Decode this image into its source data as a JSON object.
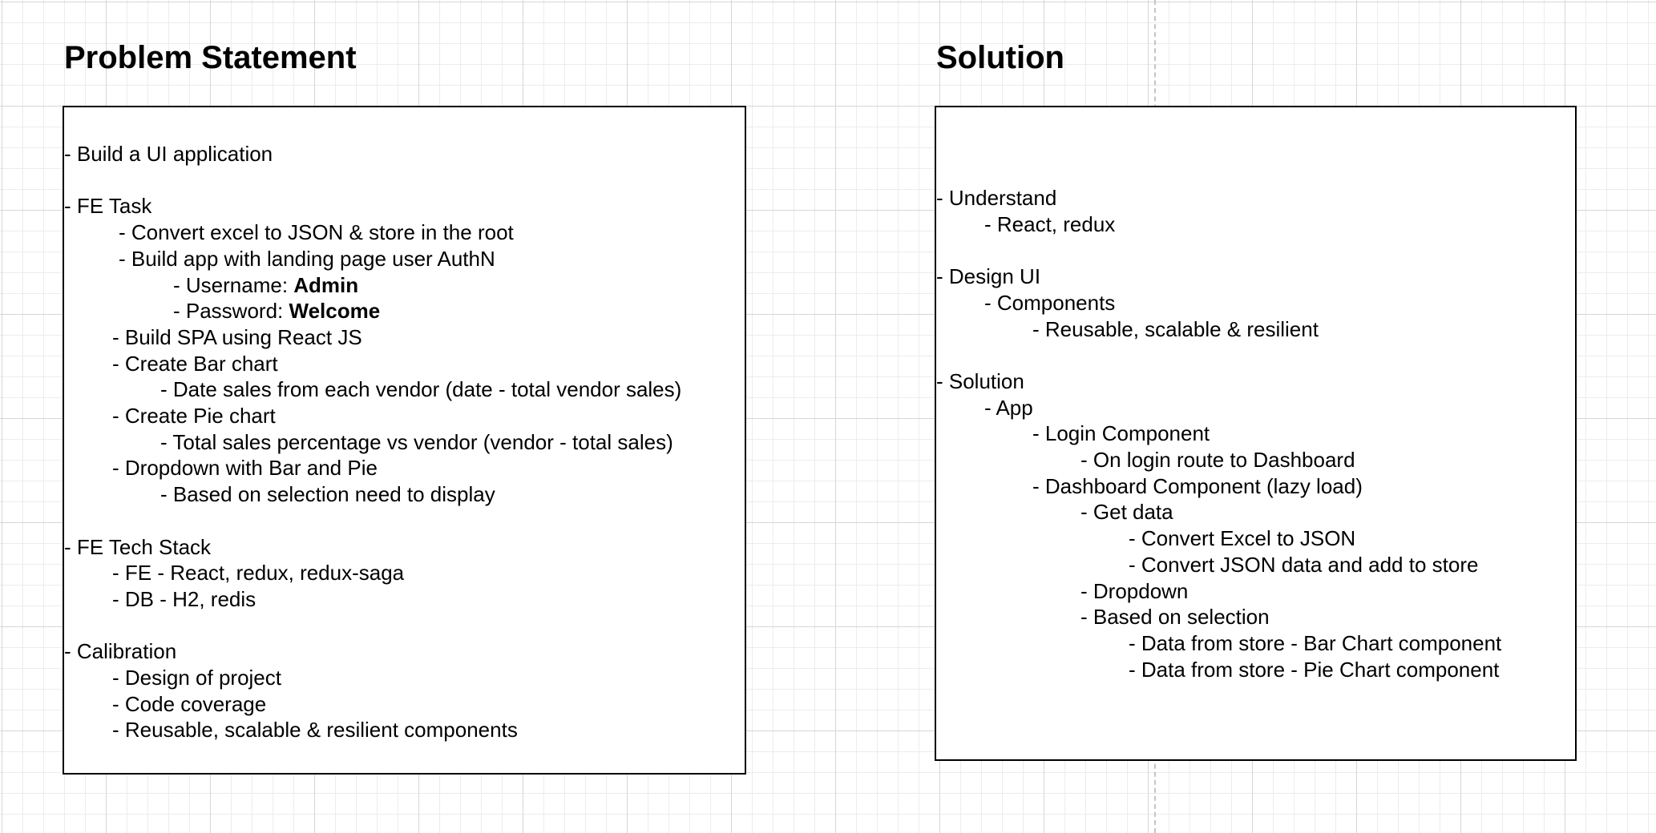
{
  "problem": {
    "title": "Problem Statement",
    "lines": [
      {
        "text": "- Build a UI application",
        "indent": 0,
        "gap": false
      },
      {
        "text": "- FE Task",
        "indent": 0,
        "gap": true
      },
      {
        "text": "- Convert excel to JSON & store in the root",
        "indent": 68,
        "gap": false
      },
      {
        "text": "- Build app with landing page user AuthN",
        "indent": 68,
        "gap": false
      },
      {
        "text": "- Username: ",
        "strong": "Admin",
        "indent": 136,
        "gap": false
      },
      {
        "text": "- Password: ",
        "strong": "Welcome",
        "indent": 136,
        "gap": false
      },
      {
        "text": "- Build SPA using React JS",
        "indent": 60,
        "gap": false
      },
      {
        "text": "- Create Bar chart",
        "indent": 60,
        "gap": false
      },
      {
        "text": "- Date sales from each vendor (date - total vendor sales)",
        "indent": 120,
        "gap": false
      },
      {
        "text": "- Create Pie chart",
        "indent": 60,
        "gap": false
      },
      {
        "text": "- Total sales percentage vs vendor (vendor - total sales)",
        "indent": 120,
        "gap": false
      },
      {
        "text": "- Dropdown with Bar and Pie",
        "indent": 60,
        "gap": false
      },
      {
        "text": "- Based on selection need to display",
        "indent": 120,
        "gap": false
      },
      {
        "text": "- FE Tech Stack",
        "indent": 0,
        "gap": true
      },
      {
        "text": "- FE - React, redux, redux-saga",
        "indent": 60,
        "gap": false
      },
      {
        "text": "- DB - H2, redis",
        "indent": 60,
        "gap": false
      },
      {
        "text": "- Calibration",
        "indent": 0,
        "gap": true
      },
      {
        "text": "- Design of project",
        "indent": 60,
        "gap": false
      },
      {
        "text": "- Code coverage",
        "indent": 60,
        "gap": false
      },
      {
        "text": "- Reusable, scalable & resilient components",
        "indent": 60,
        "gap": false
      }
    ]
  },
  "solution": {
    "title": "Solution",
    "lines": [
      {
        "text": "- Understand",
        "indent": 0,
        "gap": false
      },
      {
        "text": "- React, redux",
        "indent": 60,
        "gap": false
      },
      {
        "text": "- Design UI",
        "indent": 0,
        "gap": true
      },
      {
        "text": "- Components",
        "indent": 60,
        "gap": false
      },
      {
        "text": "- Reusable, scalable & resilient",
        "indent": 120,
        "gap": false
      },
      {
        "text": "- Solution",
        "indent": 0,
        "gap": true
      },
      {
        "text": "- App",
        "indent": 60,
        "gap": false
      },
      {
        "text": "- Login Component",
        "indent": 120,
        "gap": false
      },
      {
        "text": "- On login route to Dashboard",
        "indent": 180,
        "gap": false
      },
      {
        "text": "- Dashboard Component (lazy load)",
        "indent": 120,
        "gap": false
      },
      {
        "text": "- Get data",
        "indent": 180,
        "gap": false
      },
      {
        "text": "- Convert Excel to JSON",
        "indent": 240,
        "gap": false
      },
      {
        "text": "- Convert JSON data and add to store",
        "indent": 240,
        "gap": false
      },
      {
        "text": "- Dropdown",
        "indent": 180,
        "gap": false
      },
      {
        "text": "- Based on selection",
        "indent": 180,
        "gap": false
      },
      {
        "text": "- Data from store - Bar Chart component",
        "indent": 240,
        "gap": false
      },
      {
        "text": "- Data from store - Pie Chart component",
        "indent": 240,
        "gap": false
      }
    ]
  }
}
